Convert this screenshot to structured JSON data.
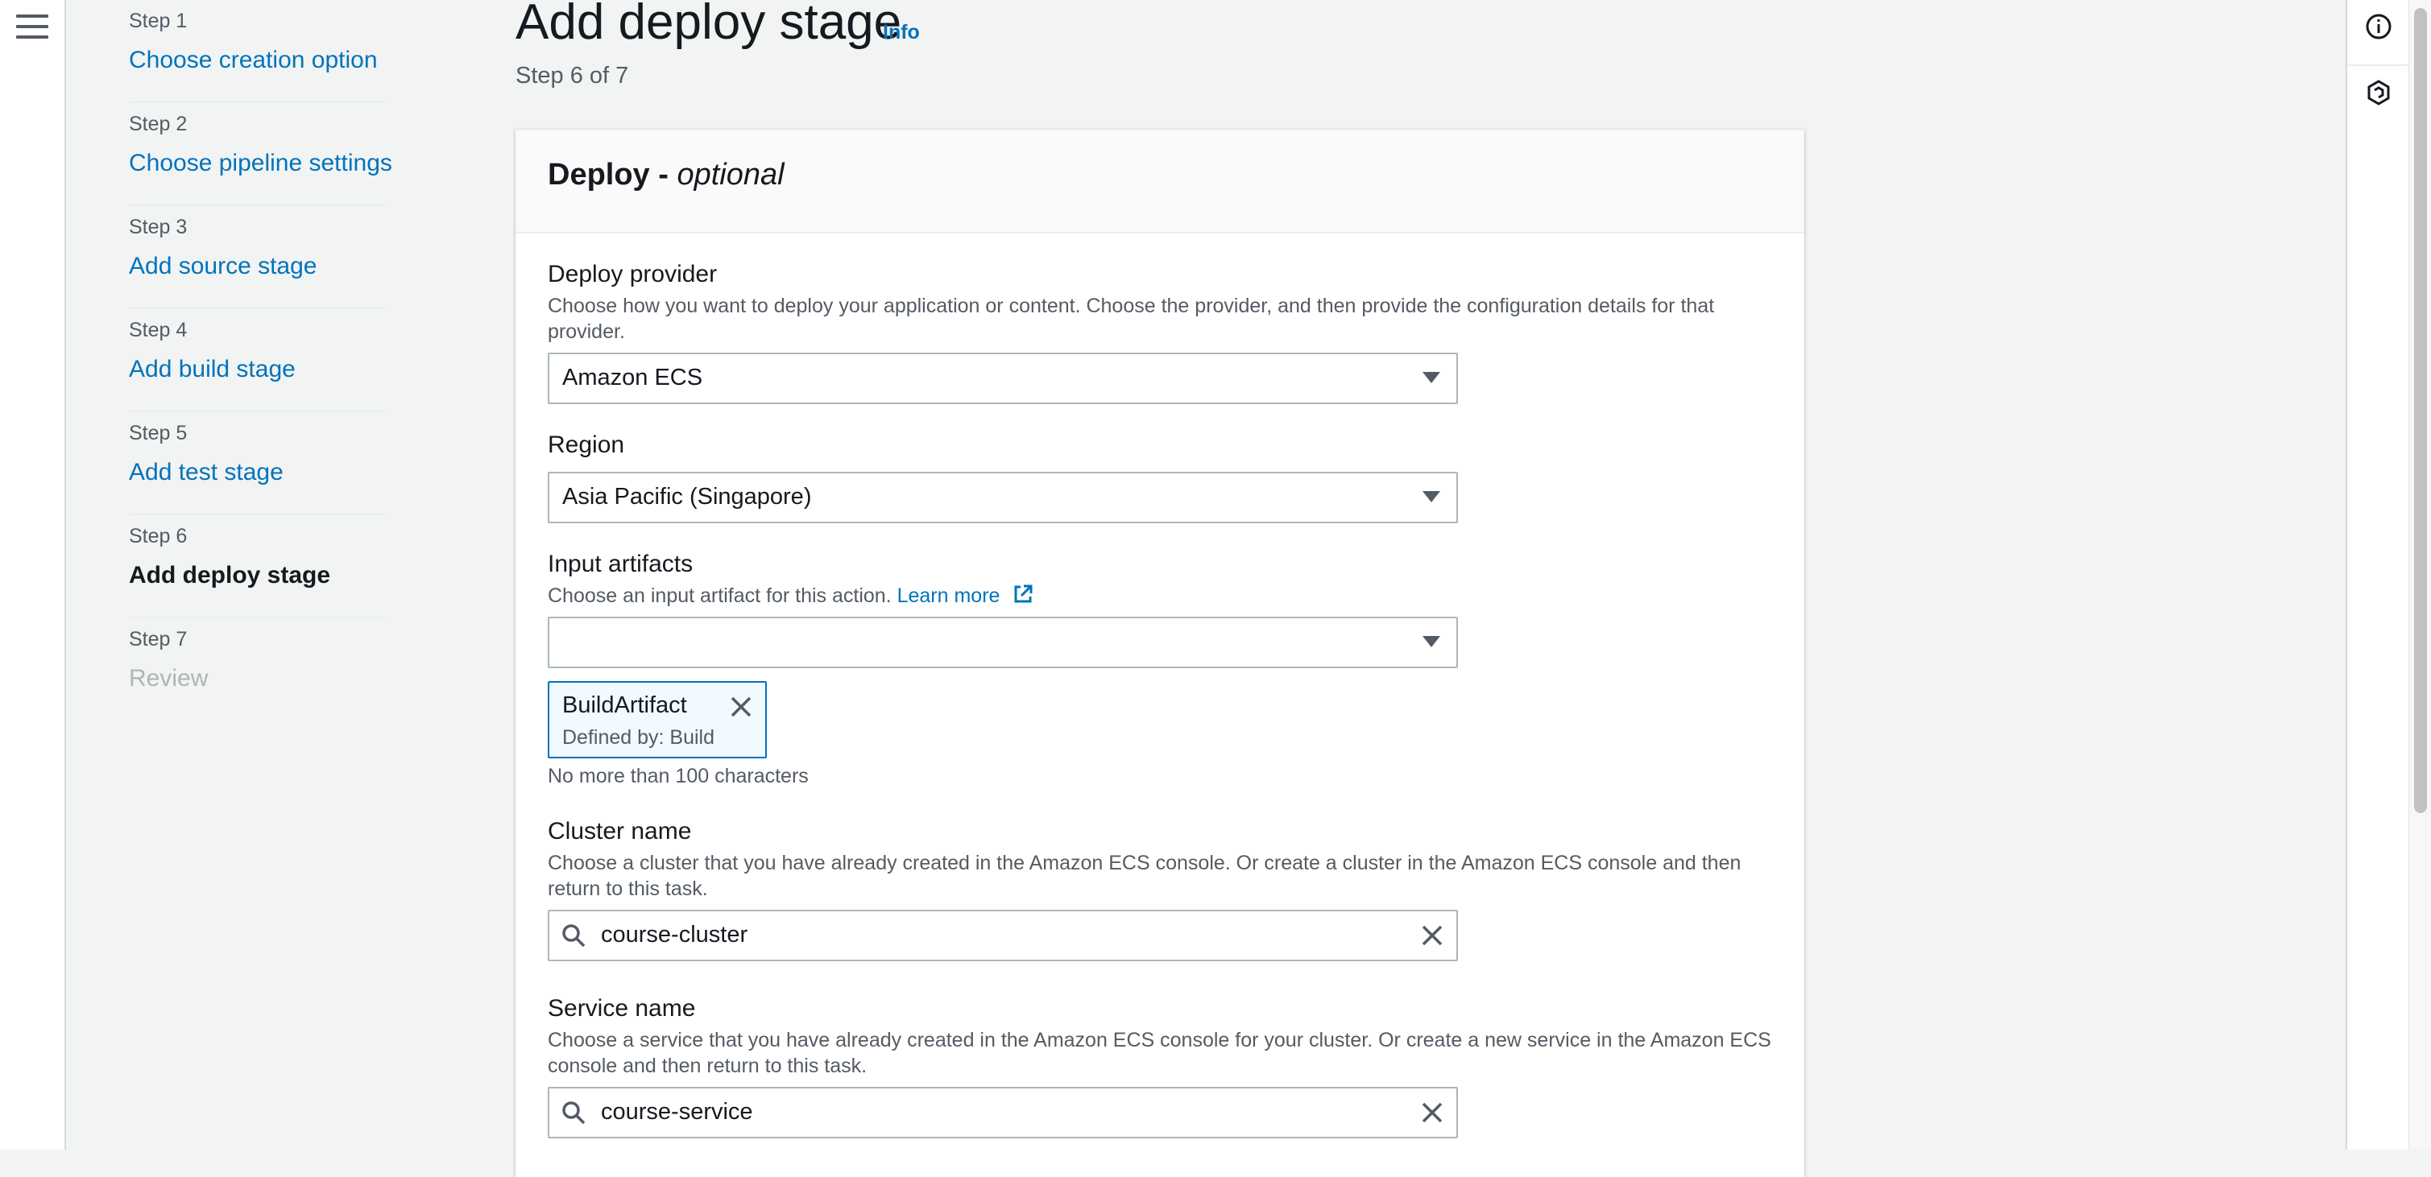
{
  "header": {
    "title": "Add deploy stage",
    "info_label": "Info",
    "step_of": "Step 6 of 7"
  },
  "nav": {
    "steps": [
      {
        "step": "Step 1",
        "label": "Choose creation option"
      },
      {
        "step": "Step 2",
        "label": "Choose pipeline settings"
      },
      {
        "step": "Step 3",
        "label": "Add source stage"
      },
      {
        "step": "Step 4",
        "label": "Add build stage"
      },
      {
        "step": "Step 5",
        "label": "Add test stage"
      },
      {
        "step": "Step 6",
        "label": "Add deploy stage"
      },
      {
        "step": "Step 7",
        "label": "Review"
      }
    ]
  },
  "panel": {
    "title": "Deploy -",
    "title_optional": "optional",
    "deploy_provider": {
      "label": "Deploy provider",
      "description": "Choose how you want to deploy your application or content. Choose the provider, and then provide the configuration details for that provider.",
      "value": "Amazon ECS"
    },
    "region": {
      "label": "Region",
      "value": "Asia Pacific (Singapore)"
    },
    "input_artifacts": {
      "label": "Input artifacts",
      "description": "Choose an input artifact for this action.",
      "learn_more": "Learn more",
      "value": "",
      "token_name": "BuildArtifact",
      "token_defined_by": "Defined by: Build",
      "constraint": "No more than 100 characters"
    },
    "cluster_name": {
      "label": "Cluster name",
      "description": "Choose a cluster that you have already created in the Amazon ECS console. Or create a cluster in the Amazon ECS console and then return to this task.",
      "value": "course-cluster"
    },
    "service_name": {
      "label": "Service name",
      "description": "Choose a service that you have already created in the Amazon ECS console for your cluster. Or create a new service in the Amazon ECS console and then return to this task.",
      "value": "course-service"
    }
  },
  "icons": {
    "menu": "hamburger-menu-icon",
    "info": "info-circle-icon",
    "settings": "hexagon-settings-icon",
    "external": "external-link-icon",
    "search": "search-icon",
    "clear": "close-icon",
    "caret": "caret-down-icon"
  },
  "colors": {
    "link": "#0073bb",
    "text": "#16191f",
    "muted": "#545b64",
    "background": "#f2f3f3",
    "token_bg": "#f1faff"
  }
}
